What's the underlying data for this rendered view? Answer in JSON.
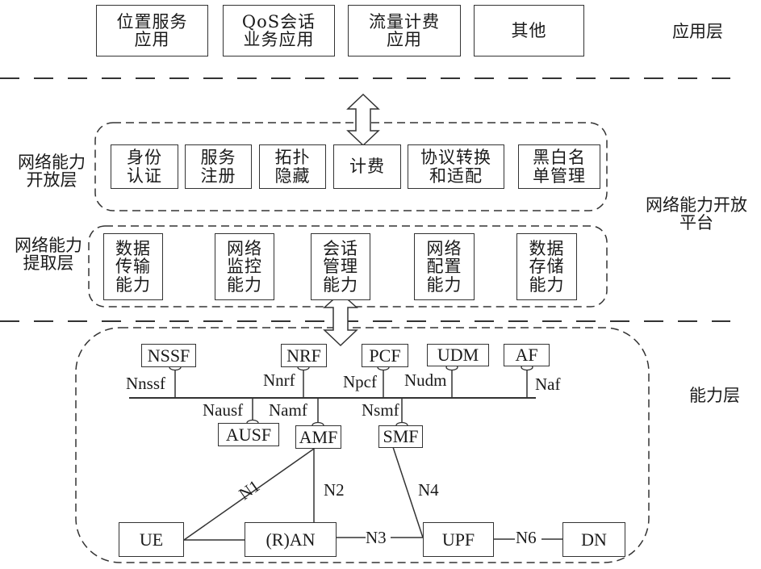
{
  "layers": {
    "application": "应用层",
    "exposure": "网络能力\n开放层",
    "extraction": "网络能力\n提取层",
    "platform": "网络能力开放\n平台",
    "capability": "能力层"
  },
  "application_boxes": [
    "位置服务\n应用",
    "QoS会话\n业务应用",
    "流量计费\n应用",
    "其他"
  ],
  "exposure_boxes": [
    "身份\n认证",
    "服务\n注册",
    "拓扑\n隐藏",
    "计费",
    "协议转换\n和适配",
    "黑白名\n单管理"
  ],
  "extraction_boxes": [
    "数据\n传输\n能力",
    "网络\n监控\n能力",
    "会话\n管理\n能力",
    "网络\n配置\n能力",
    "数据\n存储\n能力"
  ],
  "nf": {
    "NSSF": "NSSF",
    "NRF": "NRF",
    "PCF": "PCF",
    "UDM": "UDM",
    "AF": "AF",
    "AUSF": "AUSF",
    "AMF": "AMF",
    "SMF": "SMF",
    "UE": "UE",
    "RAN": "(R)AN",
    "UPF": "UPF",
    "DN": "DN"
  },
  "interfaces": {
    "Nnssf": "Nnssf",
    "Nnrf": "Nnrf",
    "Npcf": "Npcf",
    "Nudm": "Nudm",
    "Naf": "Naf",
    "Nausf": "Nausf",
    "Namf": "Namf",
    "Nsmf": "Nsmf",
    "N1": "N1",
    "N2": "N2",
    "N3": "N3",
    "N4": "N4",
    "N6": "N6"
  }
}
